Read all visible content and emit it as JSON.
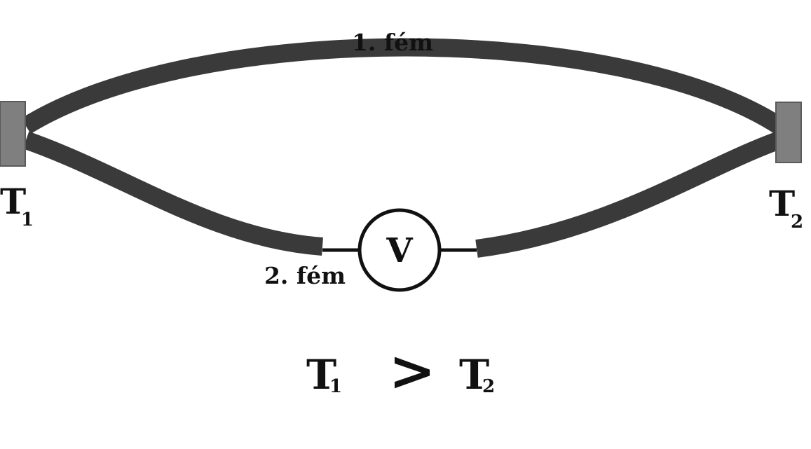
{
  "labels": {
    "metal1": "1. fém",
    "metal2": "2. fém",
    "voltmeter": "V",
    "t1_main": "T",
    "t1_sub": "1",
    "t2_main": "T",
    "t2_sub": "2"
  },
  "relation": {
    "left_main": "T",
    "left_sub": "1",
    "operator": ">",
    "right_main": "T",
    "right_sub": "2"
  },
  "colors": {
    "wire": "#3a3a3a",
    "junction_block": "#7f7f7f",
    "text": "#111111"
  }
}
